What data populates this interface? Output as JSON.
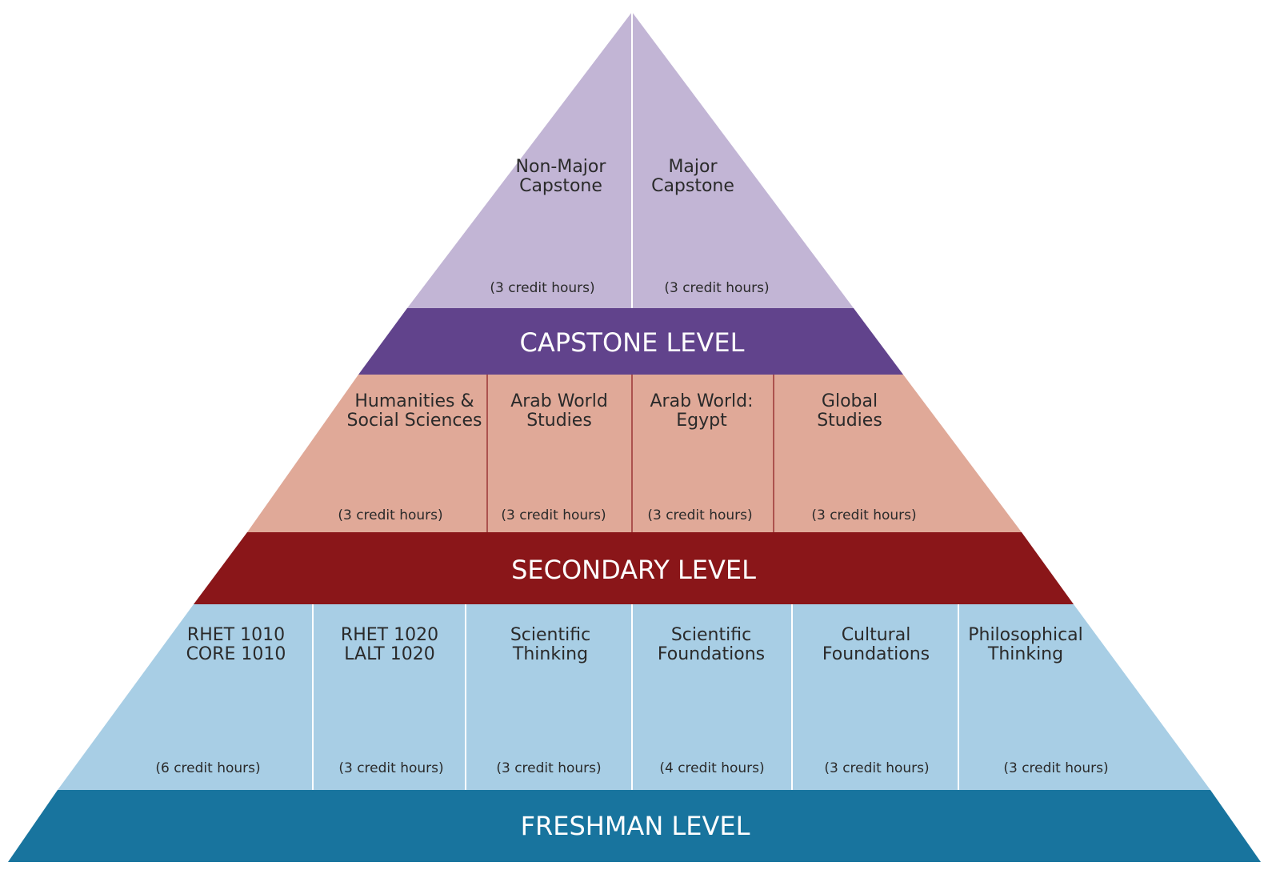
{
  "colors": {
    "capstone_fill": "#c2b5d5",
    "capstone_band": "#61438c",
    "secondary_fill": "#e0a998",
    "secondary_band": "#8a1619",
    "freshman_fill": "#a8cee5",
    "freshman_band": "#18749e",
    "capstone_divider": "#ffffff",
    "secondary_divider": "#9a3535",
    "freshman_divider": "#ffffff"
  },
  "levels": {
    "capstone": {
      "band_label": "CAPSTONE LEVEL",
      "courses": [
        {
          "title": [
            "Non-Major",
            "Capstone"
          ],
          "credits": "(3 credit hours)"
        },
        {
          "title": [
            "Major",
            "Capstone"
          ],
          "credits": "(3 credit hours)"
        }
      ]
    },
    "secondary": {
      "band_label": "SECONDARY LEVEL",
      "courses": [
        {
          "title": [
            "Humanities &",
            "Social Sciences"
          ],
          "credits": "(3 credit hours)"
        },
        {
          "title": [
            "Arab World",
            "Studies"
          ],
          "credits": "(3 credit hours)"
        },
        {
          "title": [
            "Arab World:",
            "Egypt"
          ],
          "credits": "(3 credit hours)"
        },
        {
          "title": [
            "Global",
            "Studies"
          ],
          "credits": "(3 credit hours)"
        }
      ]
    },
    "freshman": {
      "band_label": "FRESHMAN LEVEL",
      "courses": [
        {
          "title": [
            "RHET 1010",
            "CORE 1010"
          ],
          "credits": "(6 credit hours)"
        },
        {
          "title": [
            "RHET 1020",
            "LALT 1020"
          ],
          "credits": "(3 credit hours)"
        },
        {
          "title": [
            "Scientific",
            "Thinking"
          ],
          "credits": "(3 credit hours)"
        },
        {
          "title": [
            "Scientific",
            "Foundations"
          ],
          "credits": "(4 credit hours)"
        },
        {
          "title": [
            "Cultural",
            "Foundations"
          ],
          "credits": "(3 credit hours)"
        },
        {
          "title": [
            "Philosophical",
            "Thinking"
          ],
          "credits": "(3 credit hours)"
        }
      ]
    }
  }
}
